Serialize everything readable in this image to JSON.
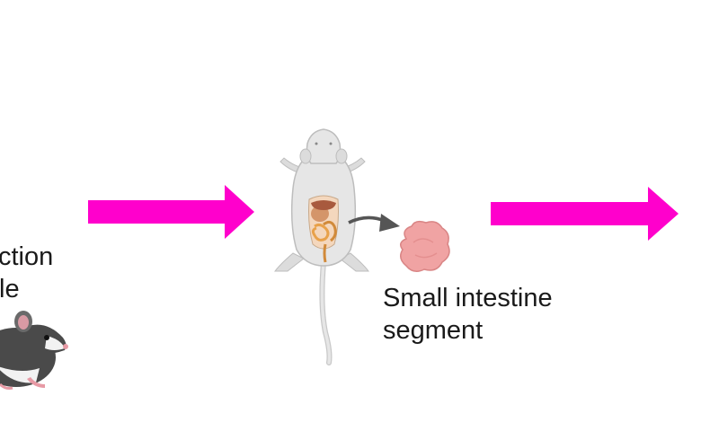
{
  "colors": {
    "arrow": "#ff00cc",
    "mouse_body": "#e6e6e6",
    "mouse_outline": "#bdbdbd",
    "tissue": "#f0a3a3",
    "dark_arrow": "#555555",
    "rat_dark": "#4a4a4a",
    "rat_light": "#f2f2f2"
  },
  "labels": {
    "left_line1": "ction",
    "left_line2": "le",
    "right_line1": "Small intestine",
    "right_line2": "segment"
  },
  "icons": [
    "rat-icon",
    "dissected-mouse-icon",
    "intestine-segment-icon"
  ]
}
